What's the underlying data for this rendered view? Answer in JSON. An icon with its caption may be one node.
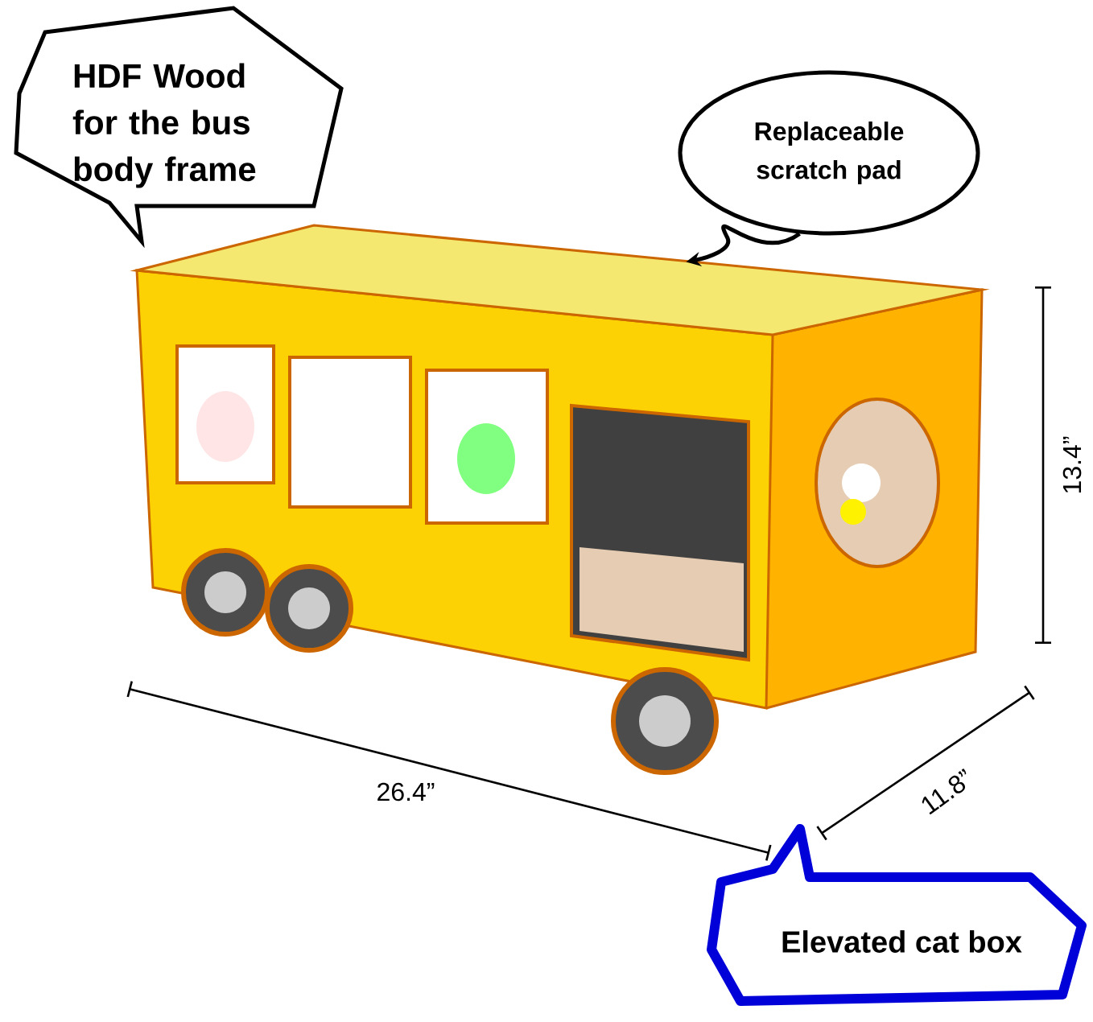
{
  "diagram": {
    "nodes": [
      {
        "text": [
          "HDF Wood for the bus body frame"
        ]
      },
      {
        "text": [
          "Replaceable scratch pad"
        ]
      },
      {
        "text": [
          "Elevated cat box"
        ]
      },
      {
        "text": [],
        "shape": "picture"
      },
      {
        "text": [],
        "shape": "box"
      }
    ],
    "edges": [
      {
        "from": 1,
        "to": 4,
        "arrow": "to"
      }
    ],
    "labels": [
      "13.4”",
      "26.4”",
      "11.8”"
    ]
  }
}
